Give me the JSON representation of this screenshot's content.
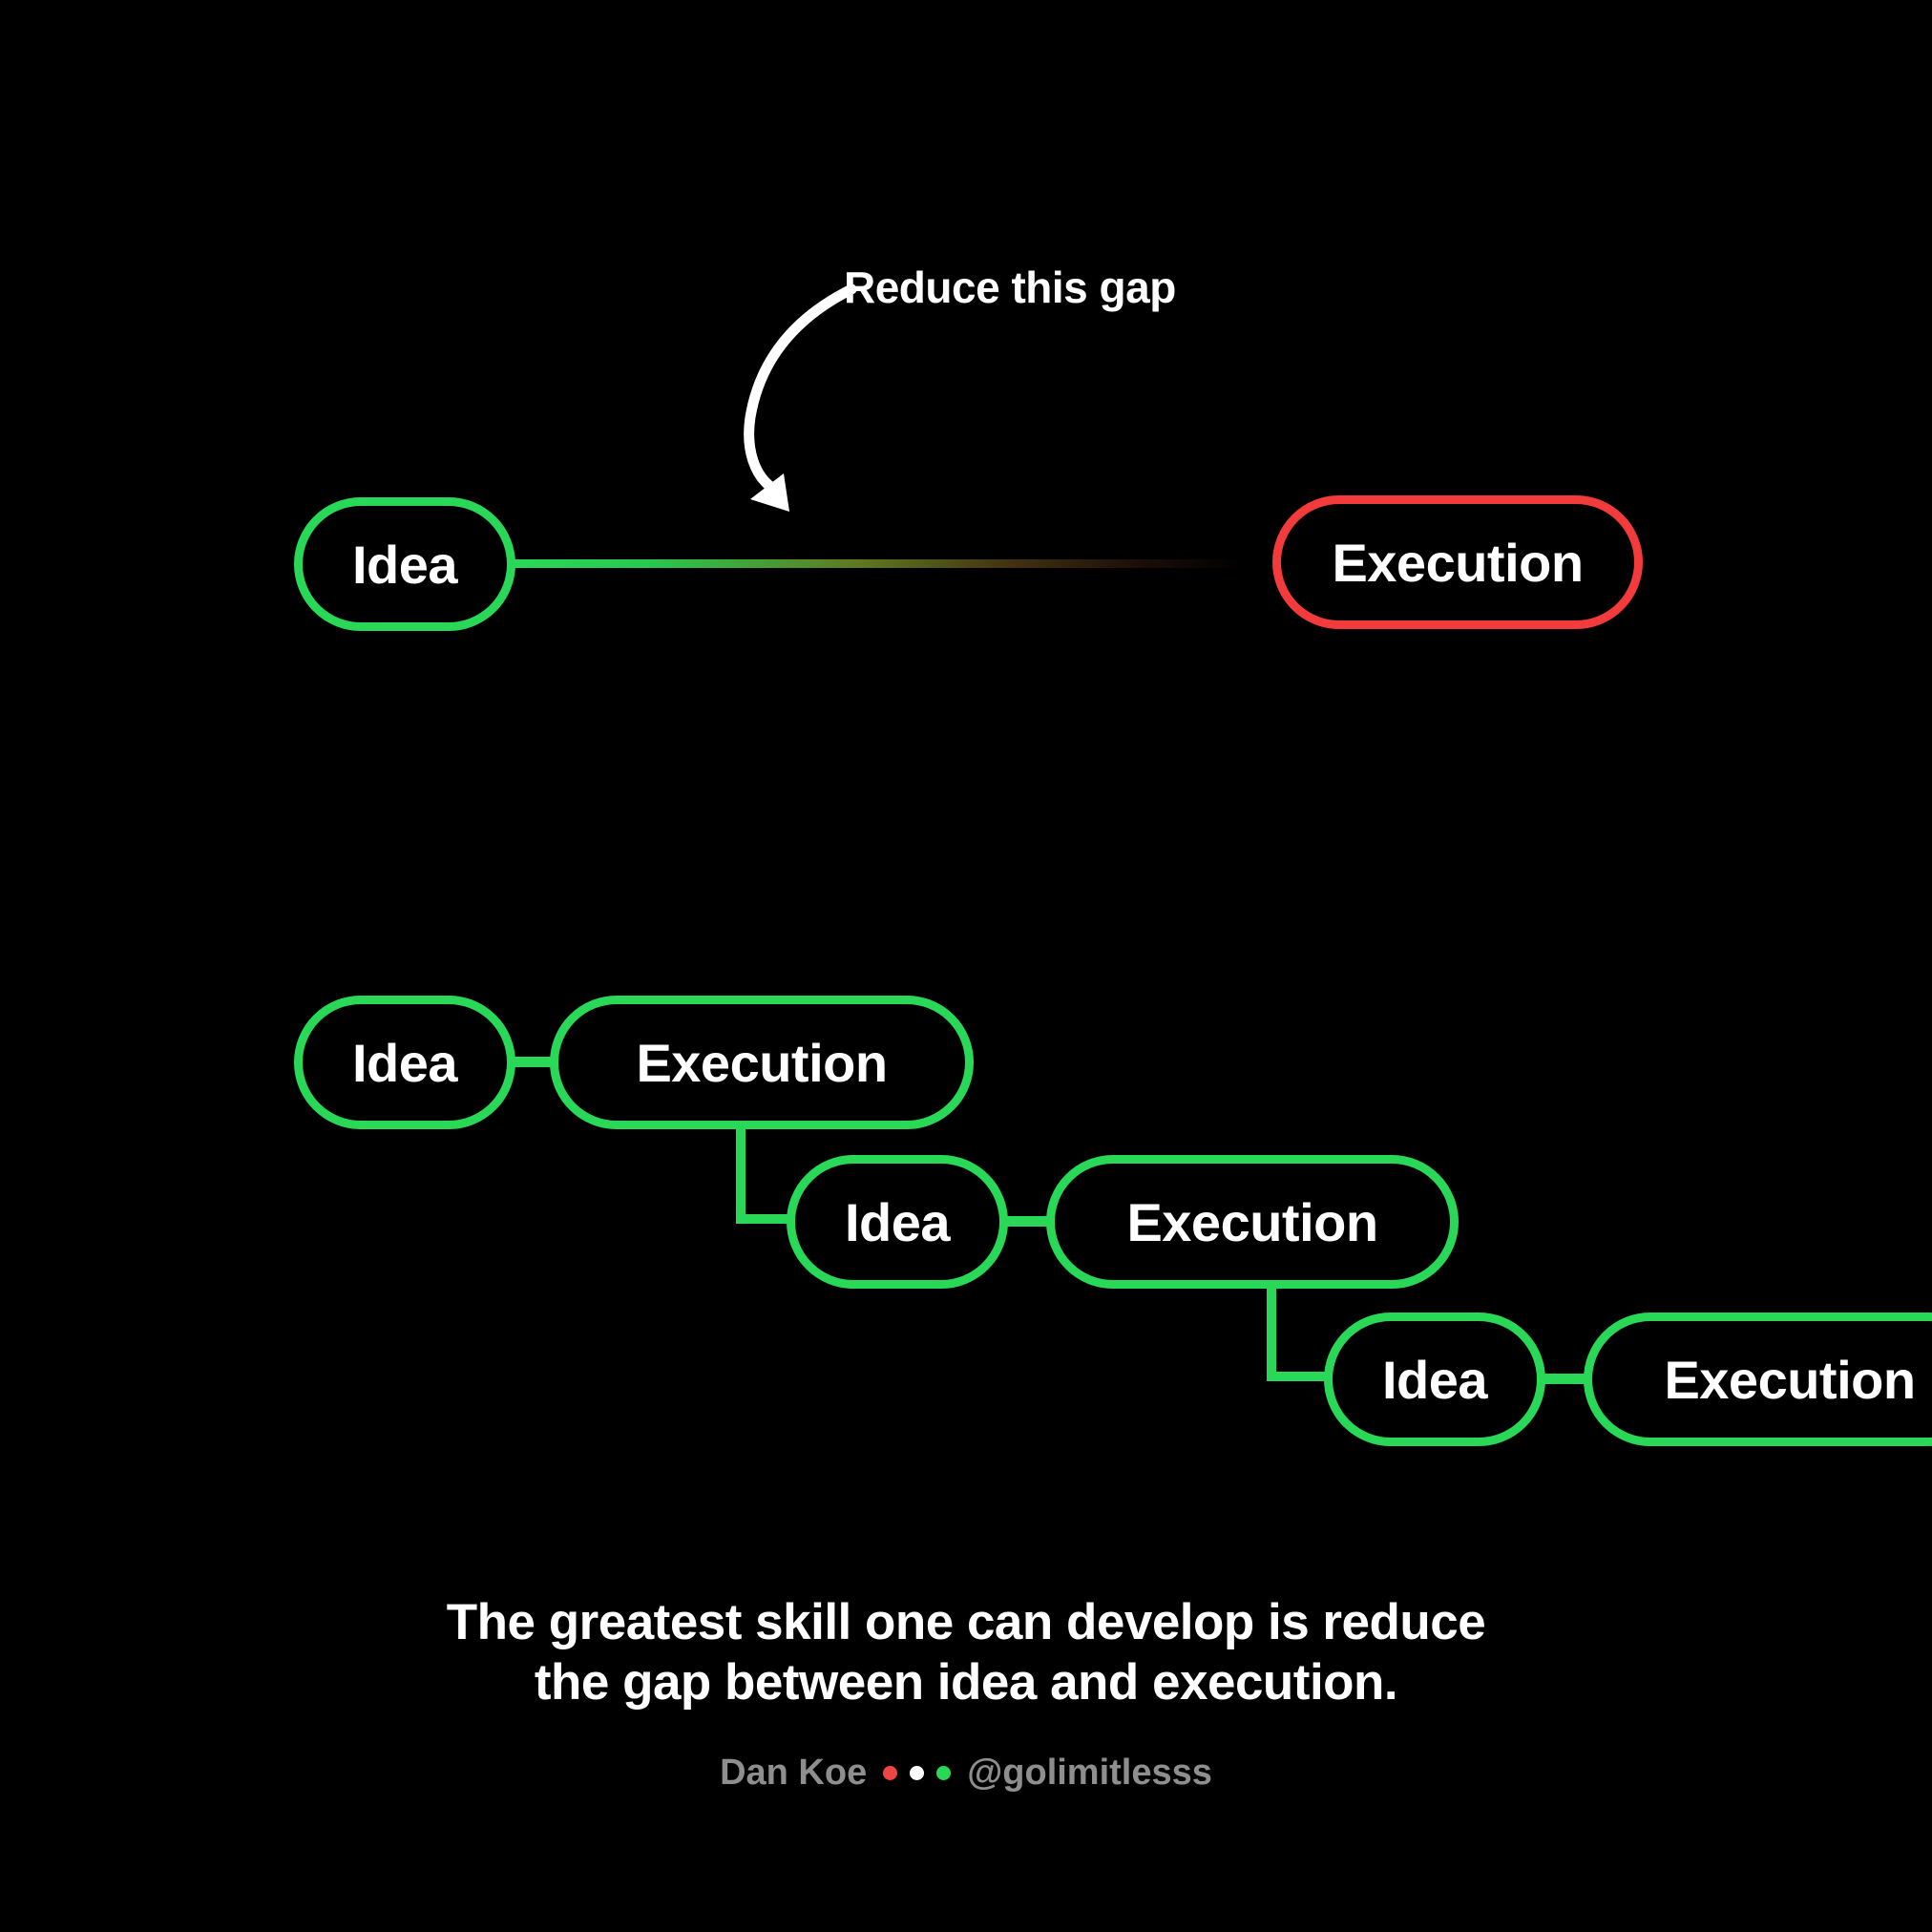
{
  "colors": {
    "background": "#000000",
    "green": "#2AD857",
    "red": "#F43B3B",
    "text_white": "#FFFFFF",
    "text_gray": "#8E8E8E",
    "dot_colors": [
      "#F04545",
      "#FFFFFF",
      "#2AD857"
    ]
  },
  "top_diagram": {
    "annotation": "Reduce this gap",
    "idea_label": "Idea",
    "execution_label": "Execution"
  },
  "cascade_diagram": {
    "rows": [
      {
        "idea_label": "Idea",
        "execution_label": "Execution"
      },
      {
        "idea_label": "Idea",
        "execution_label": "Execution"
      },
      {
        "idea_label": "Idea",
        "execution_label": "Execution"
      }
    ]
  },
  "caption": {
    "line1": "The greatest skill one can develop is reduce",
    "line2": "the gap between idea and execution.",
    "attribution": {
      "author": "Dan Koe",
      "handle": "@golimitlesss"
    }
  }
}
